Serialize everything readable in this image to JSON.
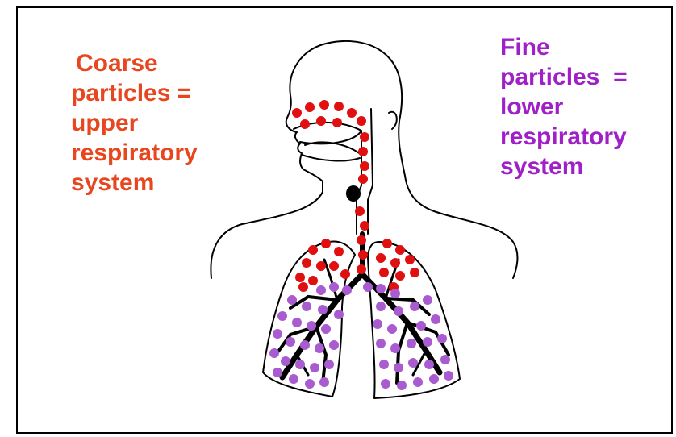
{
  "labels": {
    "coarse": {
      "lines": [
        "Coarse",
        "particles =",
        "upper",
        "respiratory",
        "system"
      ],
      "color": "#e8461f"
    },
    "fine": {
      "lines": [
        "Fine",
        "particles  =",
        "lower",
        "respiratory",
        "system"
      ],
      "color": "#a020c8"
    }
  },
  "particles": {
    "coarse_color": "#e01010",
    "fine_color": "#a85cd0"
  }
}
